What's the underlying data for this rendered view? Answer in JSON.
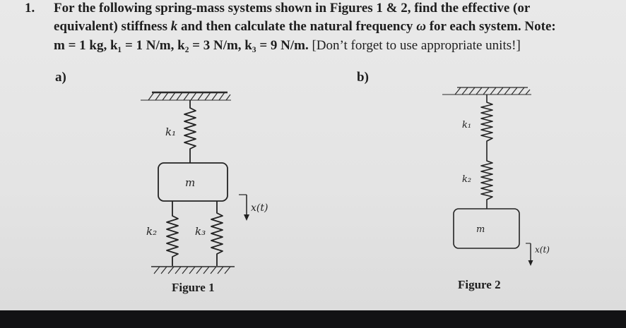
{
  "question": {
    "number": "1.",
    "line1": "For the following spring-mass systems shown in Figures 1 & 2, find the effective (or",
    "line2_a": "equivalent) stiffness ",
    "line2_k": "k",
    "line2_b": " and then calculate the natural frequency ",
    "line2_w": "ω",
    "line2_c": " for each system. Note:",
    "line3_given": "m = 1 kg,  k₁ = 1 N/m,  k₂ = 3 N/m,  k₃ = 9 N/m.",
    "line3_note": " [Don’t forget to use appropriate units!]"
  },
  "figure1": {
    "part_label": "a)",
    "k1": "k₁",
    "mass": "m",
    "displacement": "x(t)",
    "k2": "k₂",
    "k3": "k₃",
    "caption": "Figure 1"
  },
  "figure2": {
    "part_label": "b)",
    "k1": "k₁",
    "k2": "k₂",
    "mass": "m",
    "displacement": "x(t)",
    "caption": "Figure 2"
  },
  "colors": {
    "paper": "#e6e6e6",
    "ink": "#1e1e1e",
    "frame": "#121214"
  }
}
